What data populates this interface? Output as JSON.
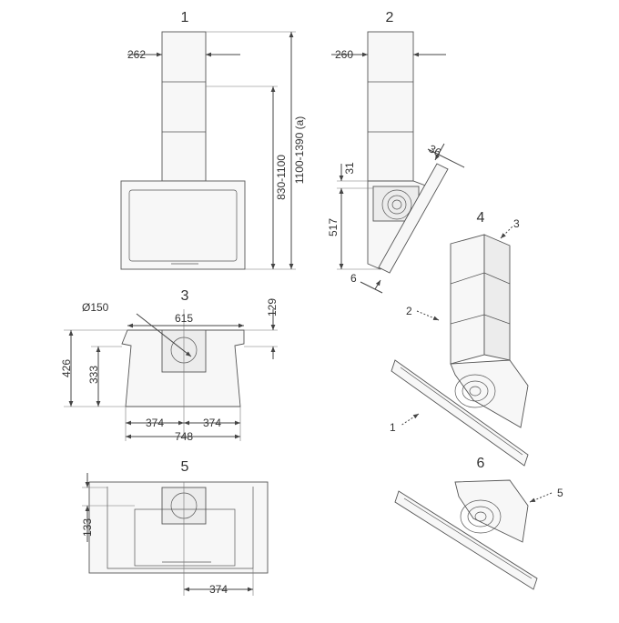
{
  "views": {
    "v1": {
      "number": "1",
      "width": "262",
      "height": "830-1100",
      "total_height": "1100-1390 (a)"
    },
    "v2": {
      "number": "2",
      "width": "260",
      "offset": "31",
      "body_height": "517",
      "glass": "36",
      "edge": "6"
    },
    "v3": {
      "number": "3",
      "diameter": "Ø150",
      "outlet": "615",
      "depth_top": "129",
      "height": "426",
      "height_inner": "333",
      "half_left": "374",
      "half_right": "374",
      "total_width": "748"
    },
    "v4": {
      "number": "4",
      "callout_1": "1",
      "callout_2": "2",
      "callout_3": "3"
    },
    "v5": {
      "number": "5",
      "height": "133",
      "offset": "374"
    },
    "v6": {
      "number": "6",
      "callout_5": "5"
    }
  },
  "colors": {
    "line": "#444444",
    "dimension": "#555555",
    "background": "#ffffff"
  }
}
